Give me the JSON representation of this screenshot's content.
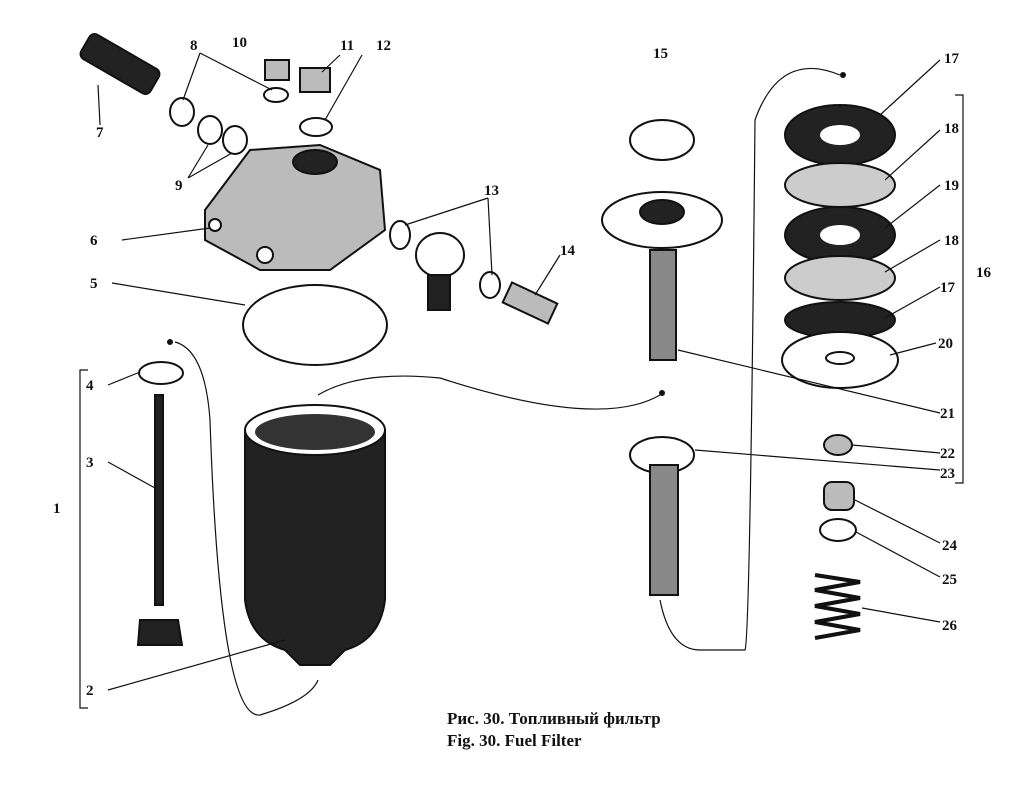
{
  "labels": [
    "1",
    "2",
    "3",
    "4",
    "5",
    "6",
    "7",
    "8",
    "9",
    "10",
    "11",
    "12",
    "13",
    "14",
    "15",
    "16",
    "17",
    "18",
    "19",
    "18",
    "17",
    "20",
    "21",
    "22",
    "23",
    "24",
    "25",
    "26"
  ],
  "caption": {
    "ru": "Рис. 30. Топливный фильтр",
    "en": "Fig. 30.  Fuel Filter"
  }
}
